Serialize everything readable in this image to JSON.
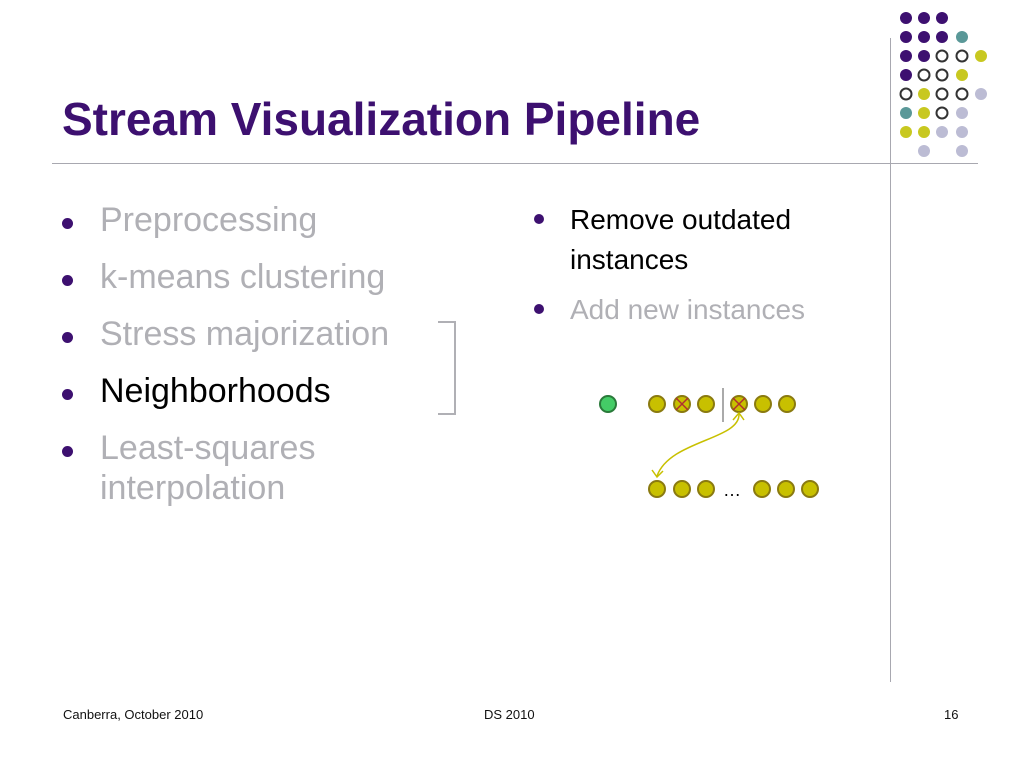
{
  "slide": {
    "title": "Stream Visualization Pipeline",
    "left_bullets": [
      {
        "text": "Preprocessing",
        "state": "dim"
      },
      {
        "text": "k-means clustering",
        "state": "dim"
      },
      {
        "text": "Stress majorization",
        "state": "dim"
      },
      {
        "text": "Neighborhoods",
        "state": "active"
      },
      {
        "text": "Least-squares interpolation",
        "state": "dim"
      }
    ],
    "right_bullets": [
      {
        "text": "Remove outdated instances",
        "state": "active"
      },
      {
        "text": "Add new instances",
        "state": "dim"
      }
    ],
    "diagram": {
      "ellipsis": "…"
    }
  },
  "footer": {
    "left": "Canberra, October 2010",
    "center": "DS 2010",
    "page_number": "16"
  },
  "colors": {
    "title": "#3d1070",
    "bullet": "#3d1070",
    "dim_text": "#b0b0b5",
    "purple": "#3d1070",
    "teal": "#5a9898",
    "yellow_green": "#c8c820",
    "lavender": "#bcbcd4",
    "instance_fill": "#c8c000",
    "instance_stroke": "#8a7a10",
    "new_instance": "#44cc66",
    "remove_mark": "#b03030"
  }
}
